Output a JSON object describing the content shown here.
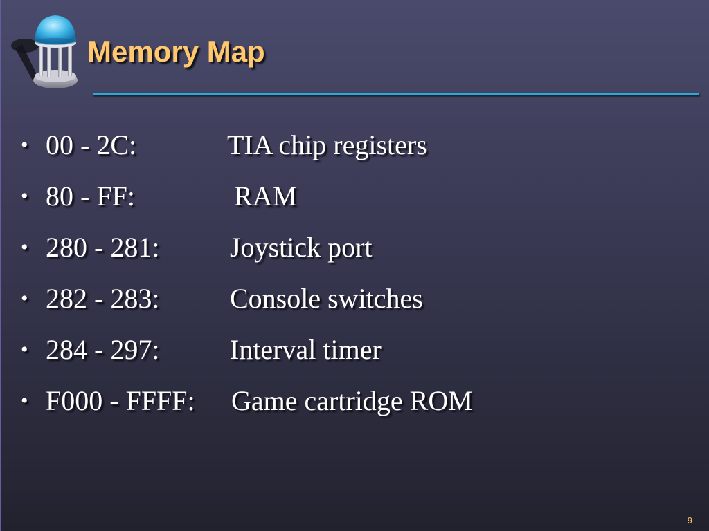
{
  "slide": {
    "title": "Memory Map",
    "page_number": "9",
    "logo_icon": "well-gazebo-icon",
    "colors": {
      "title": "#ffc86e",
      "rule": "#2aa8d8",
      "text": "#ffffff",
      "background_top": "#4a4a6c",
      "background_bottom": "#22222e"
    }
  },
  "bullets": [
    {
      "range": "00 - 2C:",
      "description": "TIA chip registers"
    },
    {
      "range": "80 - FF:",
      "description": "RAM"
    },
    {
      "range": "280 - 281:",
      "description": "Joystick port"
    },
    {
      "range": "282 - 283:",
      "description": "Console switches"
    },
    {
      "range": "284 - 297:",
      "description": "Interval timer"
    },
    {
      "range": "F000 - FFFF:",
      "description": "Game cartridge ROM"
    }
  ]
}
